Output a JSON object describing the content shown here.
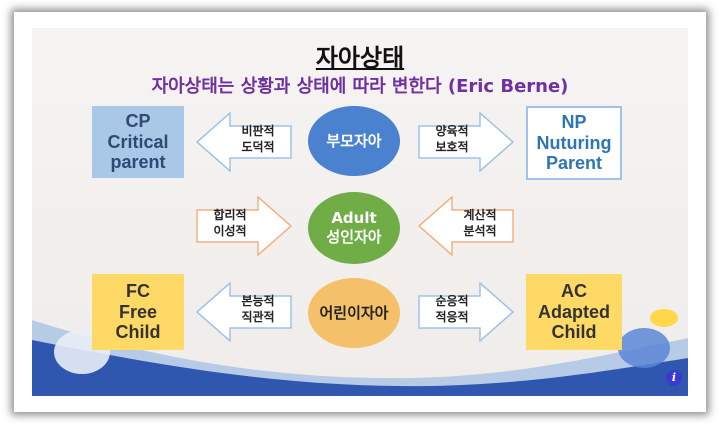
{
  "title": "자아상태",
  "subtitle": "자아상태는 상황과 상태에 따라  변한다 (Eric Berne)",
  "boxes": {
    "cp": {
      "line1": "CP",
      "line2": "Critical",
      "line3": "parent"
    },
    "np": {
      "line1": "NP",
      "line2": "Nuturing",
      "line3": "Parent"
    },
    "fc": {
      "line1": "FC",
      "line2": "Free",
      "line3": "Child"
    },
    "ac": {
      "line1": "AC",
      "line2": "Adapted",
      "line3": "Child"
    }
  },
  "circles": {
    "parent": {
      "line1": "부모자아"
    },
    "adult": {
      "line1": "Adult",
      "line2": "성인자아"
    },
    "child": {
      "line1": "어린이자아"
    }
  },
  "arrows": {
    "cp": {
      "line1": "비판적",
      "line2": "도덕적"
    },
    "np": {
      "line1": "양육적",
      "line2": "보호적"
    },
    "adult_left": {
      "line1": "합리적",
      "line2": "이성적"
    },
    "adult_right": {
      "line1": "계산적",
      "line2": "분석적"
    },
    "fc": {
      "line1": "본능적",
      "line2": "직관적"
    },
    "ac": {
      "line1": "순응적",
      "line2": "적응적"
    }
  },
  "info_icon": "info-icon",
  "colors": {
    "subtitle": "#7030a0",
    "cp_box": "#a9c7e6",
    "np_border": "#9dc3e6",
    "yellow_box": "#ffd966",
    "parent_circle": "#4a82cf",
    "adult_circle": "#70ad47",
    "child_circle": "#f4c06a"
  }
}
